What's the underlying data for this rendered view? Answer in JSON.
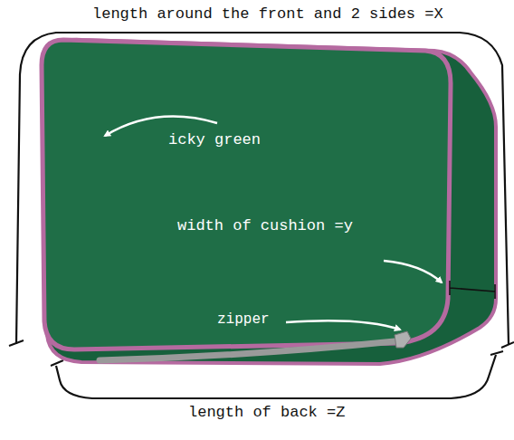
{
  "diagram": {
    "nodes": [
      {
        "text": [
          "icky green",
          "width of cushion =y",
          "zipper"
        ]
      }
    ],
    "labels": [
      "length around the front and 2 sides =X",
      "length of back =Z"
    ]
  }
}
